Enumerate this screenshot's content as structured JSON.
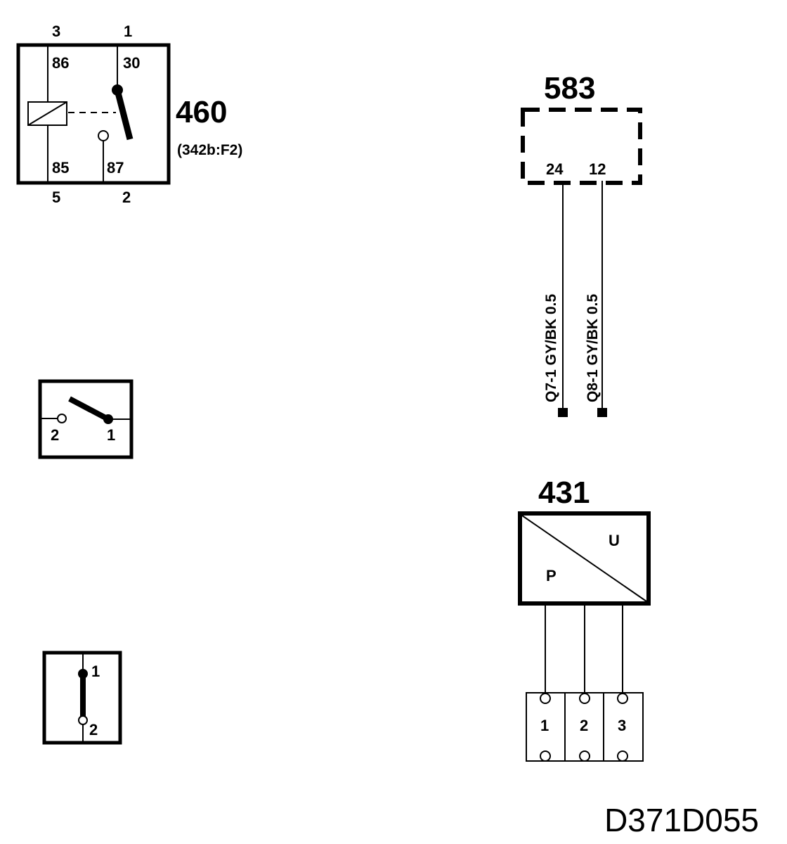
{
  "relay_460": {
    "label": "460",
    "reference": "(342b:F2)",
    "pins_outer": {
      "top_left": "3",
      "top_right": "1",
      "bottom_left": "5",
      "bottom_right": "2"
    },
    "pins_inner": {
      "top_left": "86",
      "top_right": "30",
      "bottom_left": "85",
      "bottom_right": "87"
    }
  },
  "switch_horizontal": {
    "pin_left": "2",
    "pin_right": "1"
  },
  "switch_vertical": {
    "pin_top": "1",
    "pin_bottom": "2"
  },
  "connector_583": {
    "label": "583",
    "pin_a": "24",
    "pin_b": "12",
    "wire_a": "Q7-1 GY/BK 0.5",
    "wire_b": "Q8-1 GY/BK 0.5"
  },
  "sensor_431": {
    "label": "431",
    "symbol_upper": "U",
    "symbol_lower": "P",
    "terminals": [
      "1",
      "2",
      "3"
    ]
  },
  "diagram_code": "D371D055"
}
